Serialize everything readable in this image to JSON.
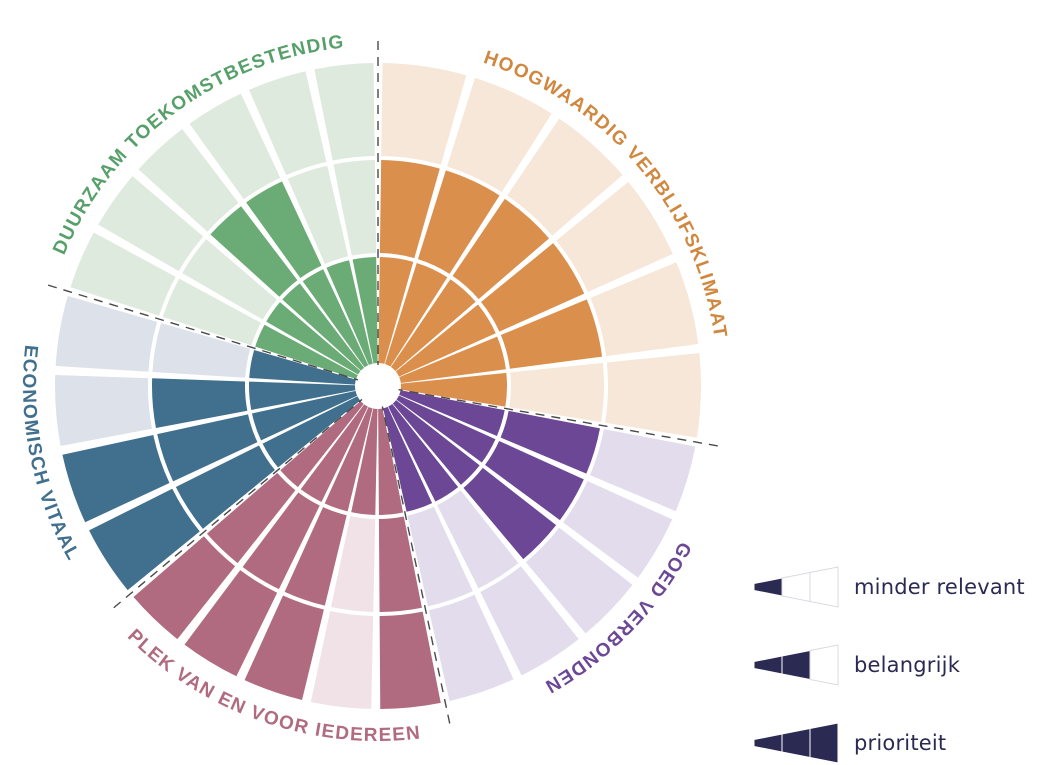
{
  "chart_data": {
    "type": "pie",
    "title": "",
    "subtitle": "",
    "xlabel": "",
    "ylabel": "",
    "legend_position": "right",
    "grid": false,
    "description": "Radial sunburst / strategy wheel with 5 coloured themes; each theme is split into wedges whose filled radial depth encodes a priority level (1 = minder relevant, 2 = belangrijk, 3 = prioriteit).",
    "levels": [
      {
        "value": 1,
        "label": "minder relevant"
      },
      {
        "value": 2,
        "label": "belangrijk"
      },
      {
        "value": 3,
        "label": "prioriteit"
      }
    ],
    "rings": 3,
    "geometry": {
      "cx": 378,
      "cy": 386,
      "hub_r": 21,
      "ring_radii": [
        21,
        131,
        228,
        325
      ],
      "sector_gap_deg": 0.8,
      "wedge_gap_deg": 1.6
    },
    "categories": [
      "HOOGWAARDIG VERBLIJFSKLIMAAT",
      "GOED VERBONDEN",
      "PLEK VAN EN VOOR IEDEREEN",
      "ECONOMISCH VITAAL",
      "DUURZAAM TOEKOMSTBESTENDIG"
    ],
    "series": [
      {
        "name": "HOOGWAARDIG VERBLIJFSKLIMAAT",
        "color": "#db8f4c",
        "pale": "#f7e7d9",
        "label_color": "#d0873f",
        "start_deg": 0,
        "end_deg": 100,
        "label_flip": false,
        "values": [
          2,
          2,
          2,
          2,
          2,
          1
        ]
      },
      {
        "name": "GOED VERBONDEN",
        "color": "#6b4795",
        "pale": "#e2dcec",
        "label_color": "#6b4795",
        "start_deg": 100,
        "end_deg": 168,
        "label_flip": false,
        "values": [
          2,
          2,
          2,
          1,
          1
        ]
      },
      {
        "name": "PLEK VAN EN VOOR IEDEREEN",
        "color": "#b06b80",
        "pale": "#f0e2e6",
        "label_color": "#b06b80",
        "start_deg": 168,
        "end_deg": 230,
        "label_flip": true,
        "values": [
          3,
          1,
          3,
          3,
          3
        ]
      },
      {
        "name": "ECONOMISCH VITAAL",
        "color": "#41708f",
        "pale": "#dde2ea",
        "label_color": "#41708f",
        "start_deg": 230,
        "end_deg": 287,
        "label_flip": true,
        "values": [
          3,
          3,
          2,
          1
        ]
      },
      {
        "name": "DUURZAAM TOEKOMSTBESTENDIG",
        "color": "#6bab76",
        "pale": "#dfeade",
        "label_color": "#57a06a",
        "start_deg": 287,
        "end_deg": 360,
        "label_flip": false,
        "values": [
          1,
          1,
          2,
          2,
          1,
          1
        ]
      }
    ]
  },
  "legend": {
    "marker_color": "#2b2a52",
    "items": [
      {
        "label": "minder relevant",
        "filled": 1
      },
      {
        "label": "belangrijk",
        "filled": 2
      },
      {
        "label": "prioriteit",
        "filled": 3
      }
    ]
  },
  "divider": {
    "color": "#4a4a4a",
    "style": "dashed",
    "angles_deg": [
      0,
      100,
      168,
      230,
      287
    ]
  }
}
